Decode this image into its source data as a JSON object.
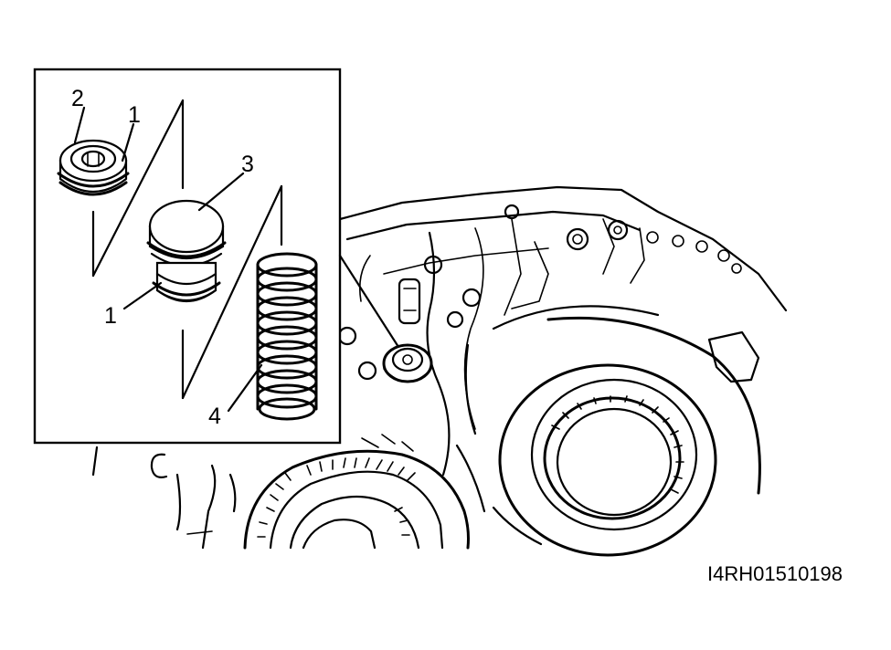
{
  "callouts": {
    "c1_top": "1",
    "c2": "2",
    "c3": "3",
    "c1_lower": "1",
    "c4": "4"
  },
  "figure_id": "I4RH01510198"
}
